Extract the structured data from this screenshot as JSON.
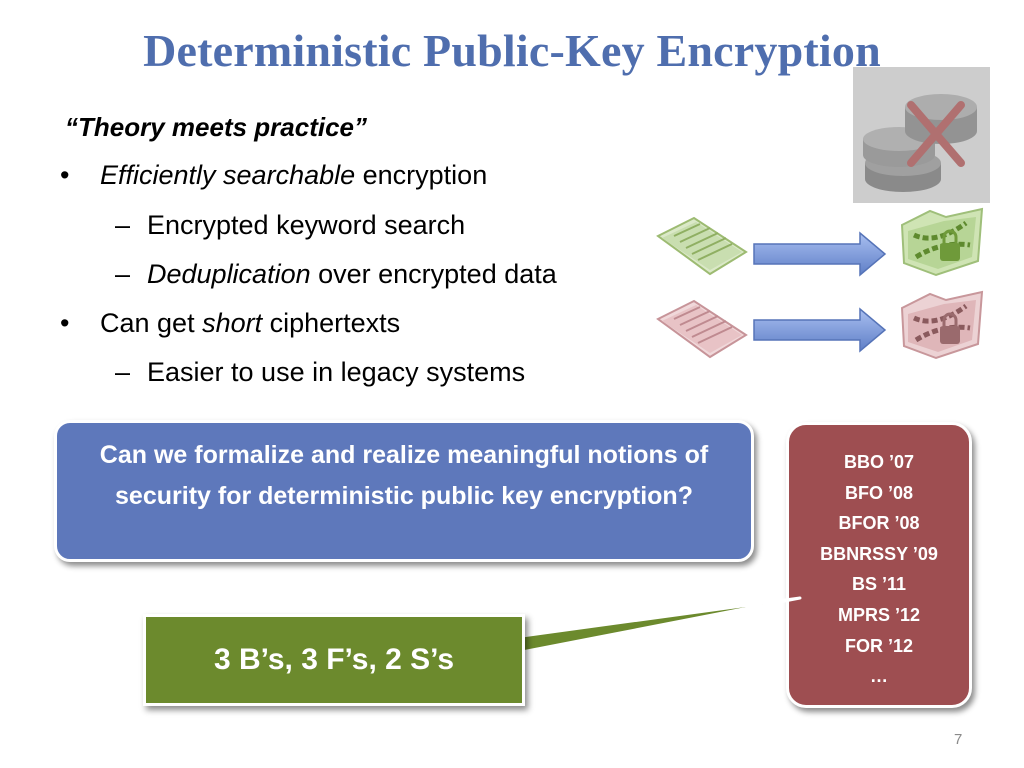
{
  "slide": {
    "title": "Deterministic Public-Key Encryption",
    "subtitle": "“Theory meets practice”",
    "bullets": [
      {
        "marker": "•",
        "italic": "Efficiently searchable",
        "rest": " encryption"
      },
      {
        "marker": "–",
        "text": "Encrypted keyword search"
      },
      {
        "marker": "–",
        "italic": "Deduplication",
        "rest": " over encrypted data"
      },
      {
        "marker": "•",
        "before": "Can get ",
        "italic": "short",
        "rest": " ciphertexts"
      },
      {
        "marker": "–",
        "text": "Easier to use in legacy systems"
      }
    ],
    "question": "Can we formalize and realize meaningful notions of security for deterministic public key encryption?",
    "references": [
      "BBO ’07",
      "BFO ’08",
      "BFOR ’08",
      "BBNRSSY ’09",
      "BS ’11",
      "MPRS ’12",
      "FOR ’12",
      "…"
    ],
    "callout": "3 B’s, 3 F’s, 2 S’s",
    "page_number": "7"
  },
  "colors": {
    "title": "#4f6eae",
    "question_box": "#5e78bb",
    "references_box": "#9e4e51",
    "callout_box": "#6c8a2d",
    "arrow": "#7d9ad6",
    "green_document": "#c9deb0",
    "pink_document": "#e8c3c6"
  },
  "icons": [
    "stacked-coins-crossed-icon",
    "green-document-icon",
    "pink-document-icon",
    "arrow-right-icon",
    "locked-green-folder-icon",
    "locked-pink-folder-icon"
  ]
}
